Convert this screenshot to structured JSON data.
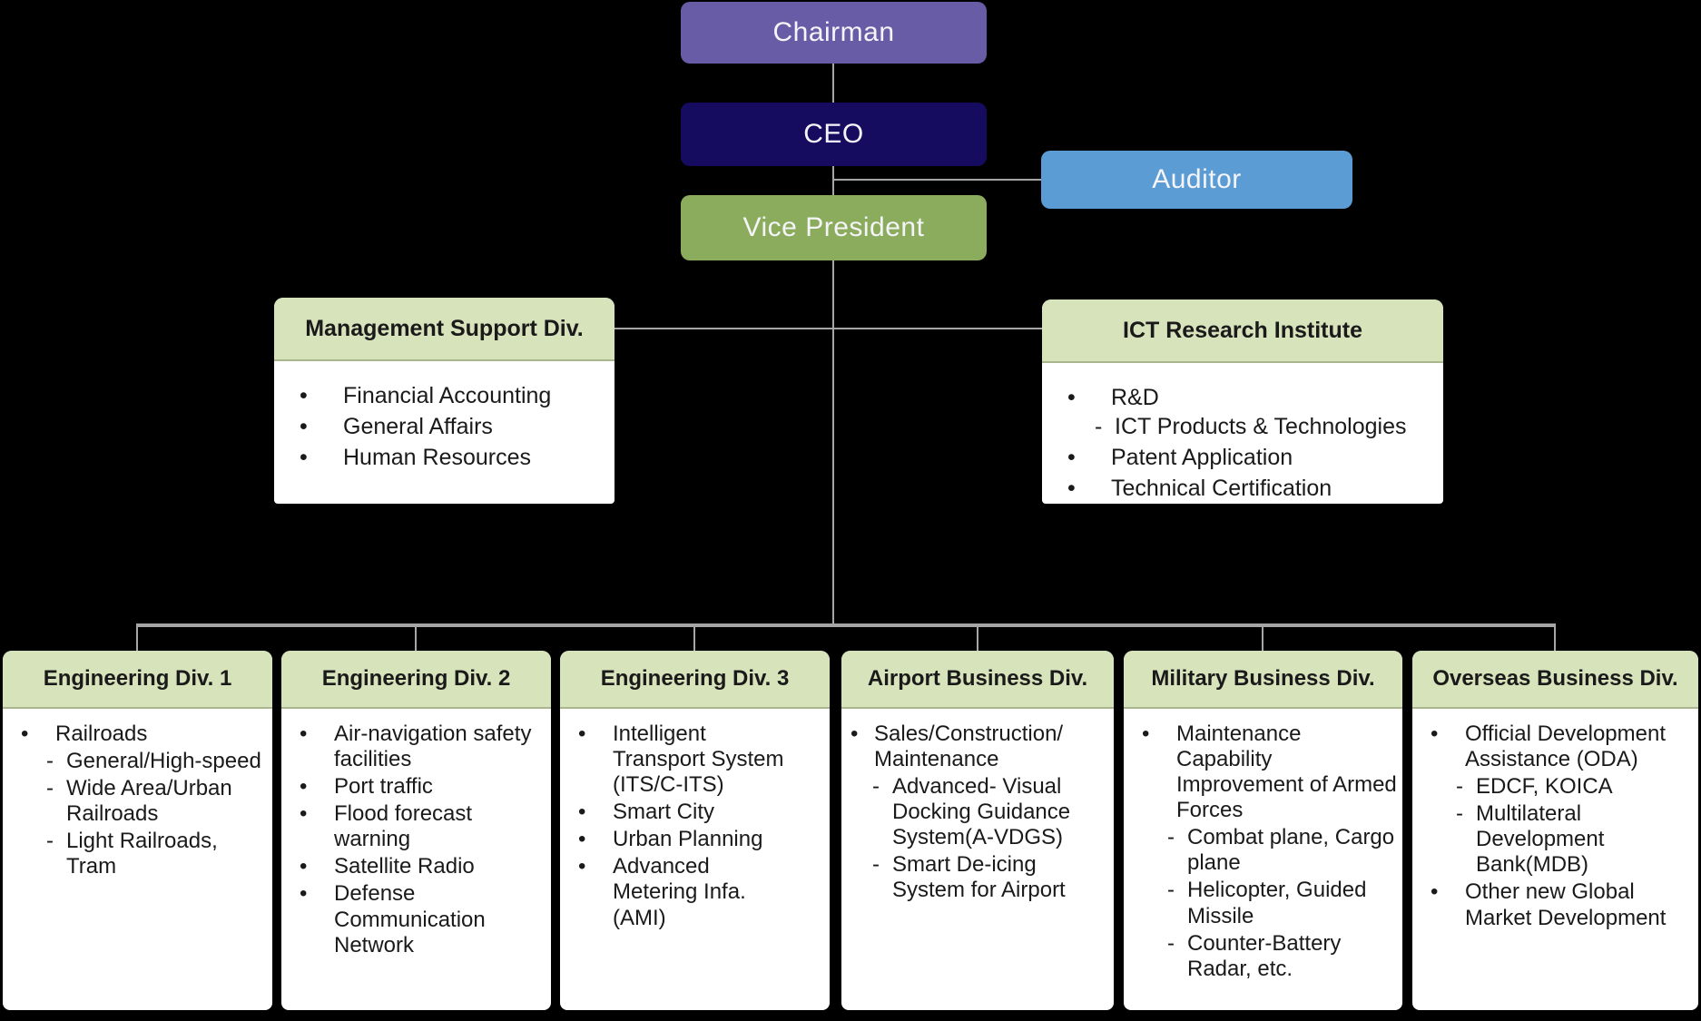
{
  "colors": {
    "background": "#000000",
    "chairman_bg": "#695CA6",
    "ceo_bg": "#150C60",
    "auditor_bg": "#5B9CD5",
    "vice_president_bg": "#8BAC5C",
    "section_header_bg": "#D6E3BB",
    "body_bg": "#FFFFFF",
    "body_text": "#1A1A1A",
    "node_text": "#F5F4F9",
    "connector": "#A6A6A6"
  },
  "glyphs": {
    "bullet": "•",
    "dash": "-"
  },
  "nodes": {
    "chairman": "Chairman",
    "ceo": "CEO",
    "auditor": "Auditor",
    "vice_president": "Vice President"
  },
  "staff": [
    {
      "title": "Management Support Div.",
      "items": [
        {
          "text": "Financial Accounting"
        },
        {
          "text": "General Affairs"
        },
        {
          "text": "Human Resources"
        }
      ]
    },
    {
      "title": "ICT Research Institute",
      "items": [
        {
          "text": "R&D",
          "subs": [
            "ICT Products & Technologies"
          ]
        },
        {
          "text": "Patent Application"
        },
        {
          "text": "Technical Certification"
        }
      ]
    }
  ],
  "divisions": [
    {
      "title": "Engineering Div. 1",
      "items": [
        {
          "text": "Railroads",
          "subs": [
            "General/High-speed",
            "Wide Area/Urban Railroads",
            "Light Railroads, Tram"
          ]
        }
      ]
    },
    {
      "title": "Engineering Div. 2",
      "items": [
        {
          "text": "Air-navigation safety facilities"
        },
        {
          "text": "Port traffic"
        },
        {
          "text": "Flood forecast warning"
        },
        {
          "text": "Satellite Radio"
        },
        {
          "text": "Defense Communication Network"
        }
      ]
    },
    {
      "title": "Engineering Div. 3",
      "items": [
        {
          "text": "Intelligent Transport System (ITS/C-ITS)"
        },
        {
          "text": "Smart City"
        },
        {
          "text": "Urban Planning"
        },
        {
          "text": "Advanced Metering Infa.(AMI)"
        }
      ]
    },
    {
      "title": "Airport Business Div.",
      "items": [
        {
          "text": "Sales/Construction/ Maintenance",
          "subs": [
            "Advanced- Visual Docking Guidance System(A-VDGS)",
            "Smart De-icing System for Airport"
          ]
        }
      ]
    },
    {
      "title": "Military Business Div.",
      "items": [
        {
          "text": "Maintenance Capability Improvement of Armed Forces",
          "subs": [
            "Combat plane, Cargo plane",
            "Helicopter, Guided Missile",
            "Counter-Battery Radar, etc."
          ]
        }
      ]
    },
    {
      "title": "Overseas Business Div.",
      "items": [
        {
          "text": "Official Development Assistance (ODA)",
          "subs": [
            "EDCF, KOICA",
            "Multilateral Development Bank(MDB)"
          ]
        },
        {
          "text": "Other new Global Market Development"
        }
      ]
    }
  ]
}
